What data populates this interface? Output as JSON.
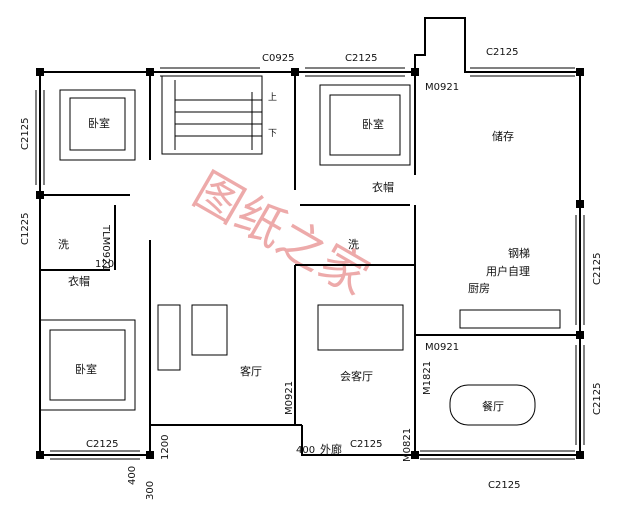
{
  "rooms": {
    "bedroom_top_left": "卧室",
    "bedroom_top_mid": "卧室",
    "bedroom_bottom_left": "卧室",
    "storage": "储存",
    "wardrobe_mid": "衣帽",
    "wardrobe_left": "衣帽",
    "bath_left": "洗",
    "bath_mid": "洗",
    "stair_steel": "钢梯",
    "stair_note": "用户自理",
    "kitchen": "厨房",
    "living_room": "客厅",
    "reception_room": "会客厅",
    "dining_room": "餐厅",
    "corridor": "外廊"
  },
  "stairs": {
    "up": "上",
    "down": "下"
  },
  "tags": {
    "c0925": "C0925",
    "c2125_top_mid": "C2125",
    "c2125_top_right": "C2125",
    "m0921_top_right": "M0921",
    "c2125_left_top": "C2125",
    "c1225_left": "C1225",
    "tlm0921": "TLM0921",
    "d1200_a": "120",
    "c2125_right_upper": "C2125",
    "m0921_right": "M0921",
    "c2125_right_lower": "C2125",
    "m1821": "M1821",
    "m0921_living": "M0921",
    "c2125_bottom_left": "C2125",
    "d1200_b": "1200",
    "d400": "400",
    "c2125_bottom_mid": "C2125",
    "m0821": "M0821",
    "c2125_bottom_right": "C2125",
    "d400b": "400",
    "d300": "300"
  },
  "watermark": "图纸之家"
}
